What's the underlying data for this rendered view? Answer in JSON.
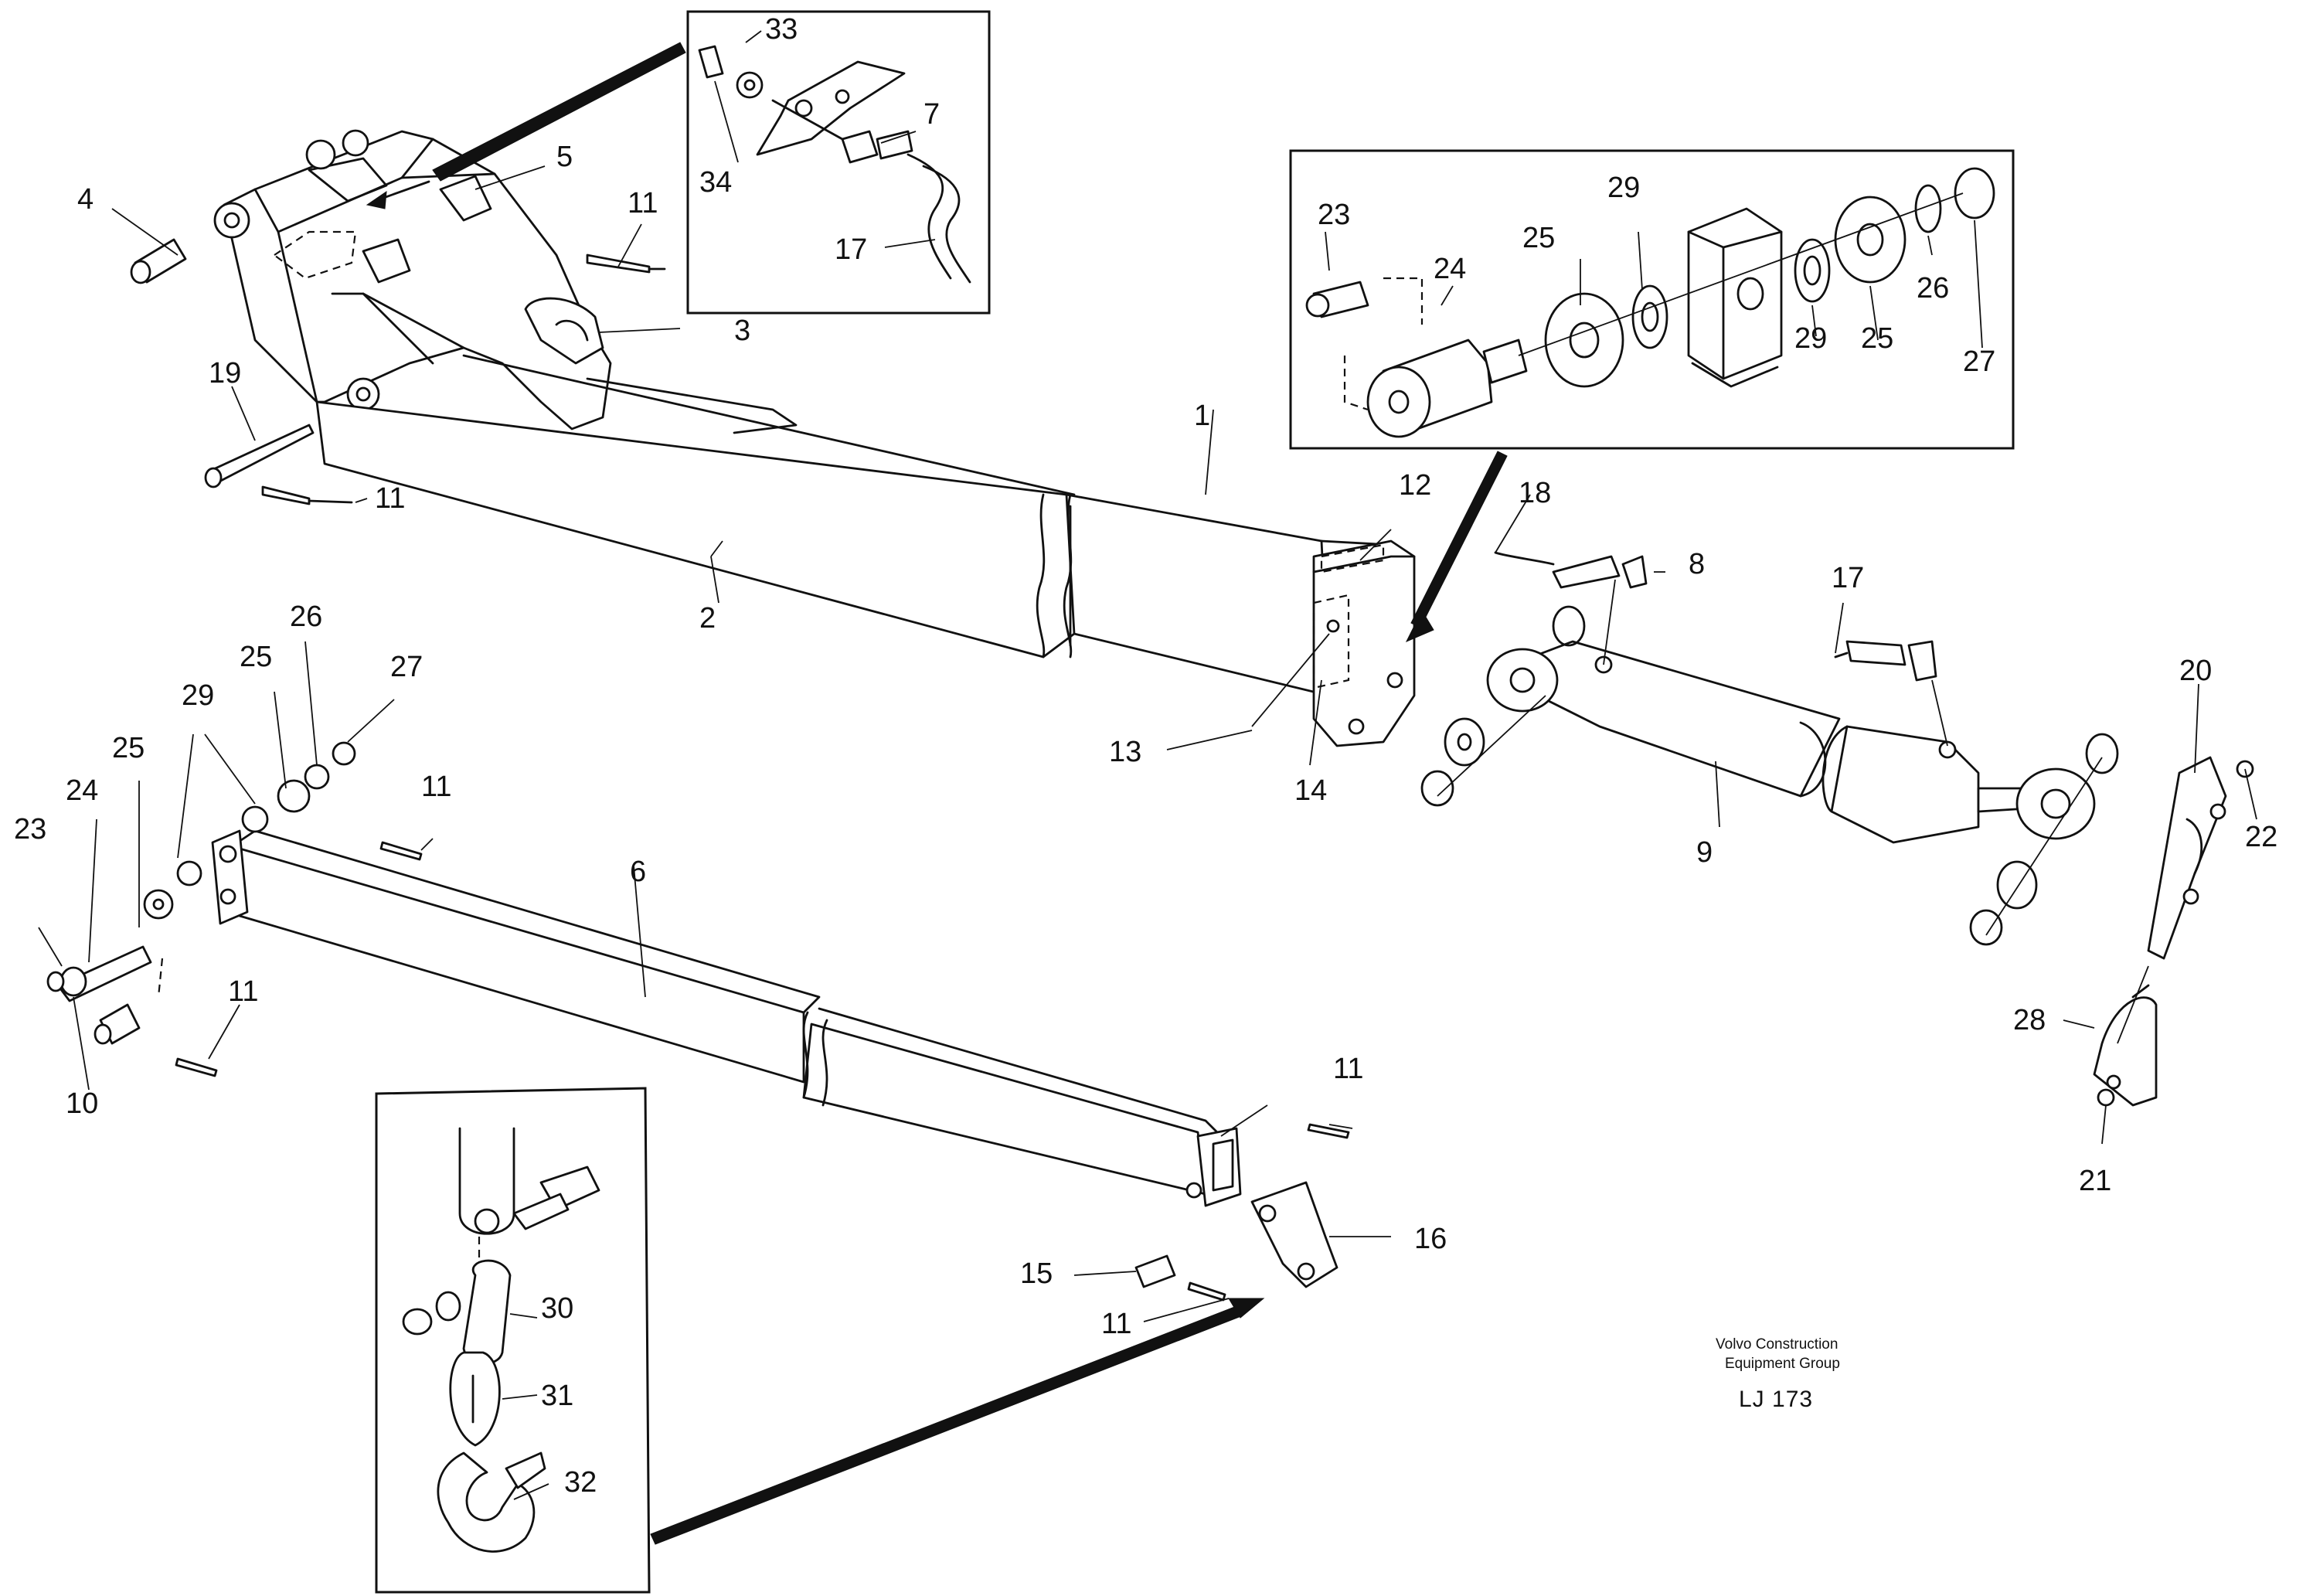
{
  "labels": {
    "l1": "1",
    "l2": "2",
    "l3": "3",
    "l4": "4",
    "l5": "5",
    "l6": "6",
    "l7": "7",
    "l8": "8",
    "l9": "9",
    "l10": "10",
    "l11": "11",
    "l12": "12",
    "l13": "13",
    "l14": "14",
    "l15": "15",
    "l16": "16",
    "l17": "17",
    "l18": "18",
    "l19": "19",
    "l20": "20",
    "l21": "21",
    "l22": "22",
    "l23": "23",
    "l24": "24",
    "l25": "25",
    "l26": "26",
    "l27": "27",
    "l28": "28",
    "l29": "29",
    "l30": "30",
    "l31": "31",
    "l32": "32",
    "l33": "33",
    "l34": "34"
  },
  "footer": {
    "brand_line1": "Volvo Construction",
    "brand_line2": "Equipment Group",
    "drawing_code": "LJ 173"
  }
}
